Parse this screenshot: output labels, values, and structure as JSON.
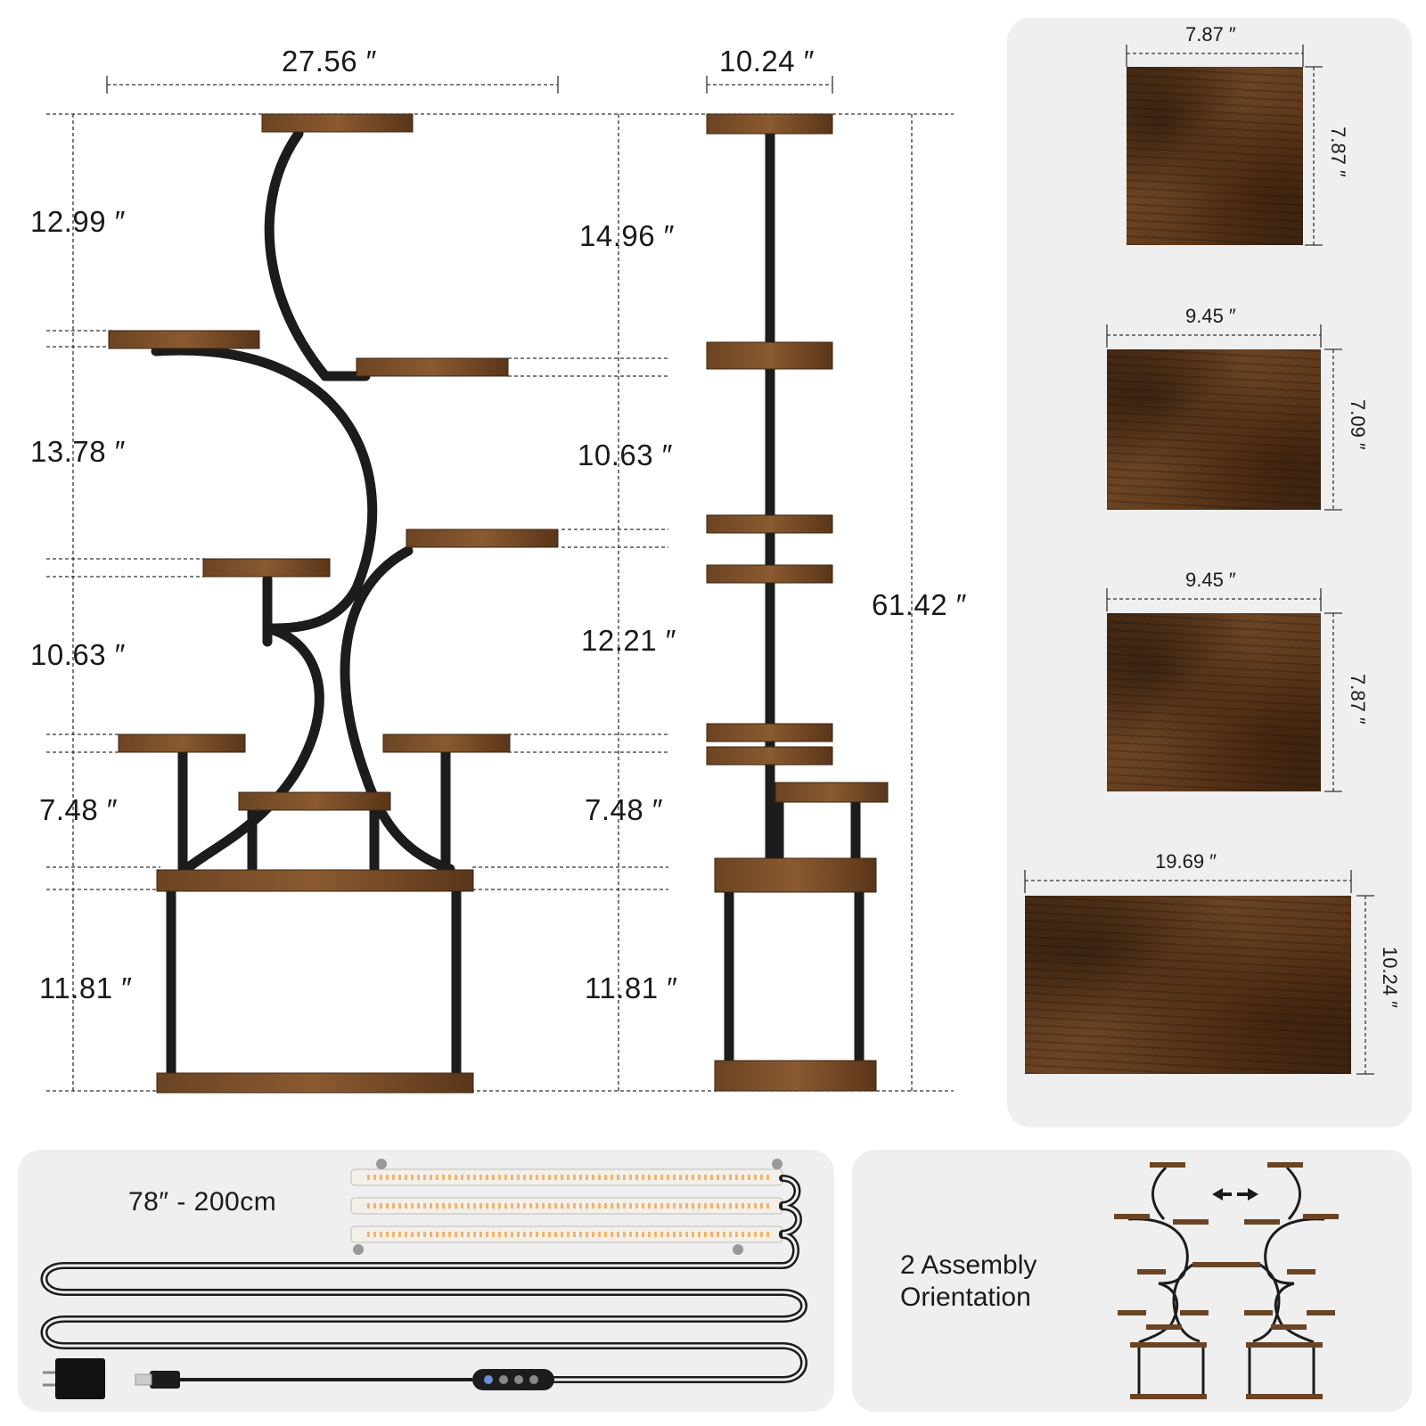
{
  "front_view": {
    "width_label": "27.56 ″",
    "left_heights": [
      "12.99 ″",
      "13.78 ″",
      "10.63 ″",
      "7.48 ″",
      "11.81 ″"
    ],
    "right_heights": [
      "14.96 ″",
      "10.63 ″",
      "12.21 ″",
      "7.48 ″",
      "11.81 ″"
    ]
  },
  "side_view": {
    "depth_label": "10.24 ″",
    "total_height_label": "61.42 ″"
  },
  "shelf_sizes": [
    {
      "width": "7.87 ″",
      "depth": "7.87 ″"
    },
    {
      "width": "9.45 ″",
      "depth": "7.09 ″"
    },
    {
      "width": "9.45 ″",
      "depth": "7.87 ″"
    },
    {
      "width": "19.69 ″",
      "depth": "10.24 ″"
    }
  ],
  "light_strip": {
    "length_label": "78″ - 200cm"
  },
  "assembly": {
    "caption_line1": "2 Assembly",
    "caption_line2": "Orientation",
    "swap_icon": "double-arrow-icon"
  },
  "colors": {
    "wood": "#6b4423",
    "frame": "#1c1c1c",
    "panel": "#efefef"
  }
}
